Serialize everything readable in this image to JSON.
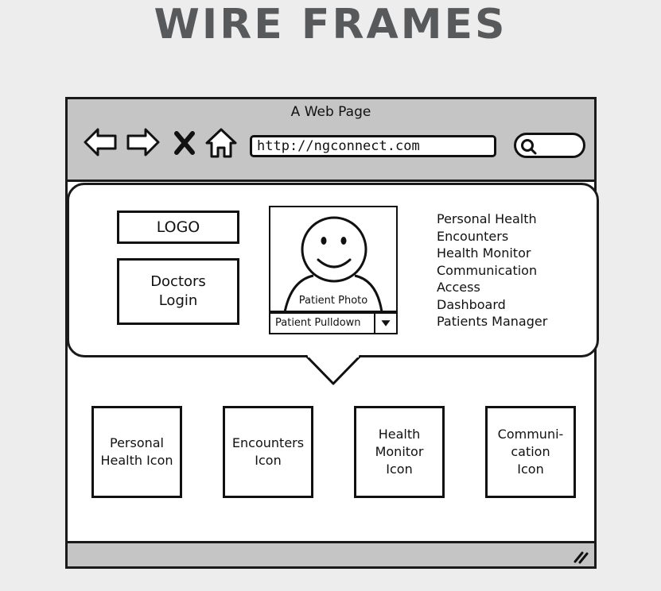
{
  "header": {
    "title": "WIRE FRAMES"
  },
  "window": {
    "title": "A Web Page",
    "url": "http://ngconnect.com",
    "icons": [
      "back-arrow-icon",
      "forward-arrow-icon",
      "close-x-icon",
      "home-icon",
      "search-icon",
      "resize-grip-icon"
    ]
  },
  "page": {
    "logo": "LOGO",
    "doctors_login_line1": "Doctors",
    "doctors_login_line2": "Login",
    "patient_photo": "Patient Photo",
    "patient_pulldown": "Patient Pulldown",
    "menu": [
      "Personal Health",
      "Encounters",
      "Health Monitor",
      "Communication",
      "Access",
      "Dashboard",
      "Patients Manager"
    ],
    "tiles": [
      {
        "line1": "Personal",
        "line2": "Health Icon",
        "line3": ""
      },
      {
        "line1": "Encounters",
        "line2": "Icon",
        "line3": ""
      },
      {
        "line1": "Health",
        "line2": "Monitor",
        "line3": "Icon"
      },
      {
        "line1": "Communi-",
        "line2": "cation",
        "line3": "Icon"
      }
    ]
  },
  "colors": {
    "background": "#ededed",
    "toolbar": "#c5c5c5",
    "ink": "#111111",
    "heading": "#58595b"
  }
}
